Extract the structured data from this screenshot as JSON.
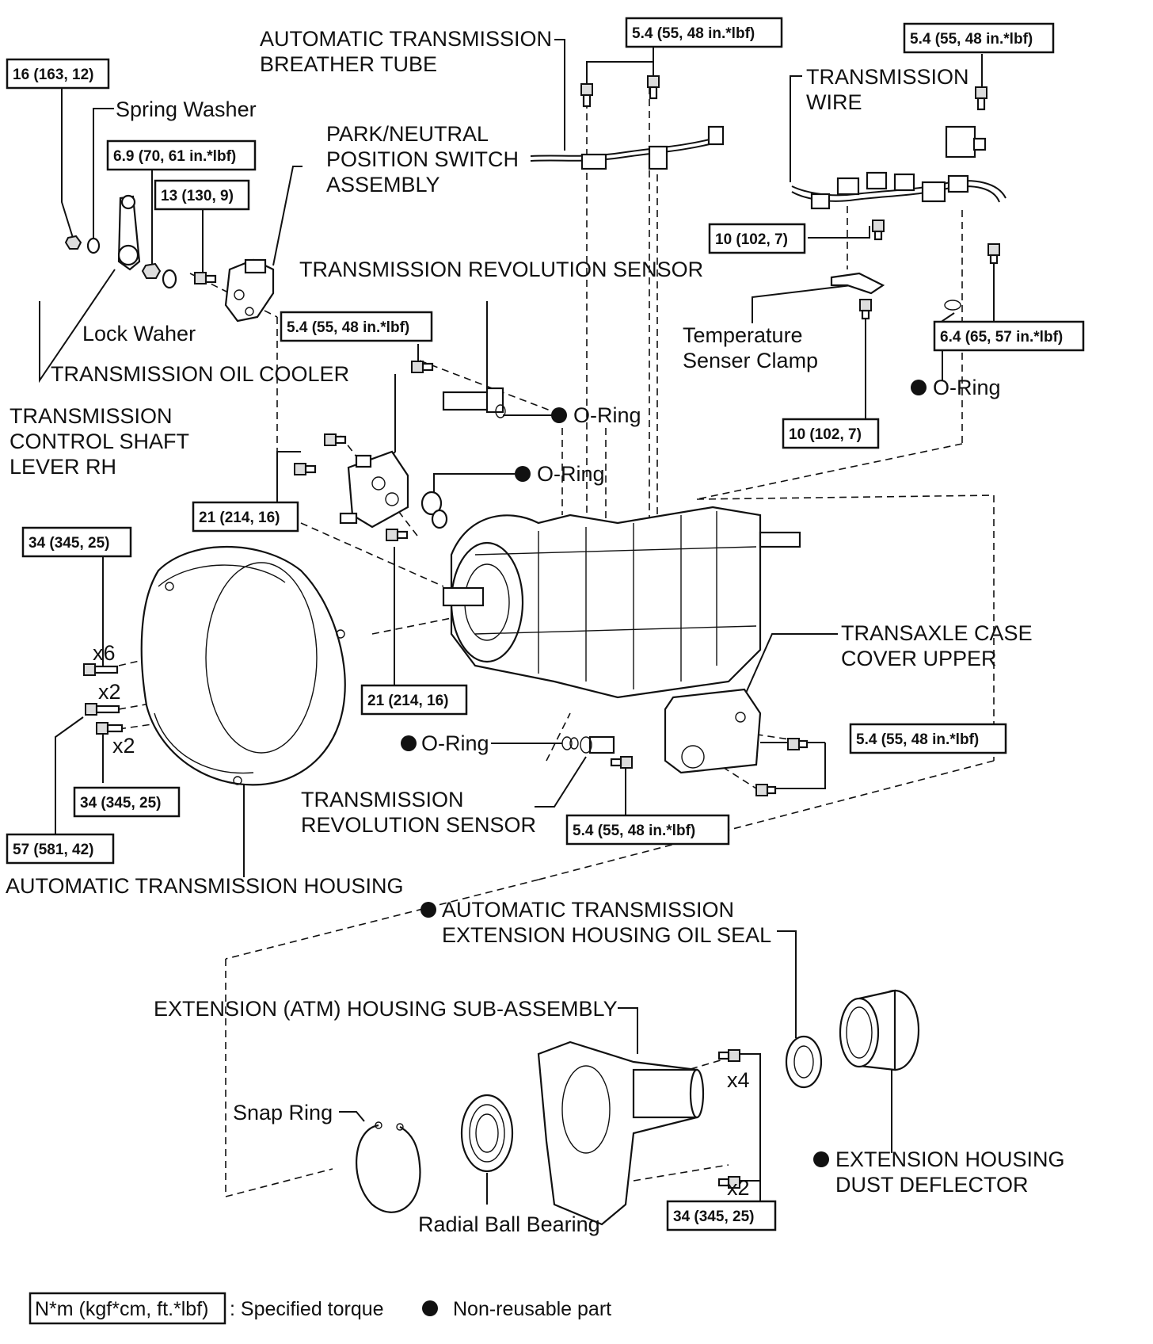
{
  "labels": {
    "breather_tube": [
      "AUTOMATIC TRANSMISSION",
      "BREATHER TUBE"
    ],
    "transmission_wire": [
      "TRANSMISSION",
      "WIRE"
    ],
    "spring_washer": "Spring Washer",
    "park_neutral_switch": [
      "PARK/NEUTRAL",
      "POSITION SWITCH",
      "ASSEMBLY"
    ],
    "revolution_sensor_top": "TRANSMISSION REVOLUTION SENSOR",
    "lock_washer": "Lock Waher",
    "oil_cooler": "TRANSMISSION OIL COOLER",
    "temp_sensor_clamp": [
      "Temperature",
      "Senser Clamp"
    ],
    "control_shaft_lever": [
      "TRANSMISSION",
      "CONTROL SHAFT",
      "LEVER RH"
    ],
    "o_ring": "O-Ring",
    "transaxle_cover": [
      "TRANSAXLE CASE",
      "COVER UPPER"
    ],
    "revolution_sensor_bottom": [
      "TRANSMISSION",
      "REVOLUTION SENSOR"
    ],
    "housing": "AUTOMATIC TRANSMISSION HOUSING",
    "oil_seal": [
      "AUTOMATIC TRANSMISSION",
      "EXTENSION HOUSING OIL SEAL"
    ],
    "extension_housing": "EXTENSION (ATM) HOUSING SUB-ASSEMBLY",
    "snap_ring": "Snap Ring",
    "radial_ball_bearing": "Radial Ball Bearing",
    "dust_deflector": [
      "EXTENSION HOUSING",
      "DUST DEFLECTOR"
    ],
    "x6": "x6",
    "x2": "x2",
    "x4": "x4"
  },
  "torques": {
    "lever_nut": "16 (163, 12)",
    "switch_nut": "6.9 (70, 61 in.*lbf)",
    "switch_bolt": "13 (130, 9)",
    "breather_bolt": "5.4 (55, 48 in.*lbf)",
    "wire_bolt_top": "5.4 (55, 48 in.*lbf)",
    "wire_bolt_left": "10 (102, 7)",
    "wire_bolt_right": "6.4 (65, 57 in.*lbf)",
    "clamp_bolt": "10 (102, 7)",
    "sensor_bolt_top": "5.4 (55, 48 in.*lbf)",
    "cooler_bolt_upper": "21 (214, 16)",
    "cooler_bolt_lower": "21 (214, 16)",
    "housing_bolt_x6": "34 (345, 25)",
    "housing_bolt_x2": "34 (345, 25)",
    "housing_bolt_large": "57 (581, 42)",
    "cover_bolt": "5.4 (55, 48 in.*lbf)",
    "sensor_bolt_bottom": "5.4 (55, 48 in.*lbf)",
    "extension_bolt": "34 (345, 25)"
  },
  "legend": {
    "unit_box": "N*m (kgf*cm, ft.*lbf)",
    "specified": ": Specified torque",
    "nonreusable": "Non-reusable part"
  }
}
